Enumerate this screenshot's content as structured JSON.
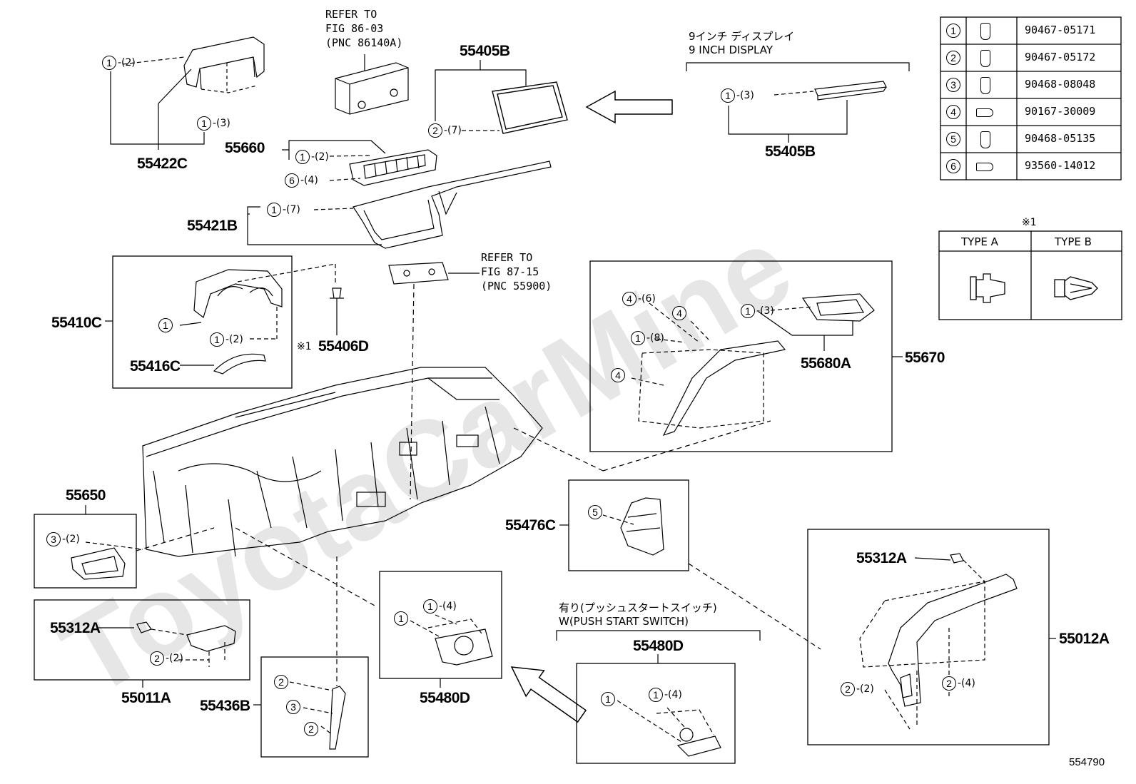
{
  "watermark": "ToyotaCarMine",
  "diagram_id": "554790",
  "refs": {
    "ref1": [
      "REFER TO",
      "FIG 86-03",
      "(PNC 86140A)"
    ],
    "ref2": [
      "REFER TO",
      "FIG 87-15",
      "(PNC 55900)"
    ]
  },
  "display_title": [
    "9インチ ディスプレイ",
    "9 INCH DISPLAY"
  ],
  "push_start_title": [
    "有り(プッシュスタートスイッチ)",
    "W(PUSH START SWITCH)"
  ],
  "parts": {
    "p55422C": "55422C",
    "p55405B_top": "55405B",
    "p55405B_right": "55405B",
    "p55660": "55660",
    "p55421B": "55421B",
    "p55410C": "55410C",
    "p55416C": "55416C",
    "p55406D": "55406D",
    "p55680A": "55680A",
    "p55670": "55670",
    "p55650": "55650",
    "p55476C": "55476C",
    "p55312A_left": "55312A",
    "p55011A": "55011A",
    "p55436B": "55436B",
    "p55480D_mid": "55480D",
    "p55480D_right": "55480D",
    "p55312A_right": "55312A",
    "p55012A": "55012A"
  },
  "note_mark": "※1",
  "legend": [
    {
      "num": "1",
      "part": "90467-05171",
      "icon": "clip-icon"
    },
    {
      "num": "2",
      "part": "90467-05172",
      "icon": "clip-icon"
    },
    {
      "num": "3",
      "part": "90468-08048",
      "icon": "clip-icon"
    },
    {
      "num": "4",
      "part": "90167-30009",
      "icon": "screw-icon"
    },
    {
      "num": "5",
      "part": "90468-05135",
      "icon": "clip-icon"
    },
    {
      "num": "6",
      "part": "93560-14012",
      "icon": "bolt-icon"
    }
  ],
  "types": {
    "note": "※1",
    "a": "TYPE A",
    "b": "TYPE B"
  },
  "callouts": {
    "c1": {
      "n": "1",
      "q": "-(2)"
    },
    "c2": {
      "n": "1",
      "q": "-(3)"
    },
    "c3": {
      "n": "2",
      "q": "-(7)"
    },
    "c4": {
      "n": "1",
      "q": "-(3)"
    },
    "c5": {
      "n": "1",
      "q": "-(2)"
    },
    "c6": {
      "n": "6",
      "q": "-(4)"
    },
    "c7": {
      "n": "1",
      "q": "-(7)"
    },
    "c8": {
      "n": "1",
      "q": ""
    },
    "c9": {
      "n": "1",
      "q": "-(2)"
    },
    "c10": {
      "n": "4",
      "q": "-(6)"
    },
    "c11": {
      "n": "4",
      "q": ""
    },
    "c12": {
      "n": "1",
      "q": "-(8)"
    },
    "c13": {
      "n": "4",
      "q": ""
    },
    "c14": {
      "n": "1",
      "q": "-(3)"
    },
    "c15": {
      "n": "3",
      "q": "-(2)"
    },
    "c16": {
      "n": "5",
      "q": ""
    },
    "c17": {
      "n": "2",
      "q": "-(2)"
    },
    "c18": {
      "n": "1",
      "q": ""
    },
    "c19": {
      "n": "1",
      "q": "-(4)"
    },
    "c20": {
      "n": "2",
      "q": ""
    },
    "c21": {
      "n": "3",
      "q": ""
    },
    "c22": {
      "n": "2",
      "q": ""
    },
    "c23": {
      "n": "1",
      "q": ""
    },
    "c24": {
      "n": "1",
      "q": "-(4)"
    },
    "c25": {
      "n": "2",
      "q": "-(2)"
    },
    "c26": {
      "n": "2",
      "q": "-(4)"
    }
  }
}
